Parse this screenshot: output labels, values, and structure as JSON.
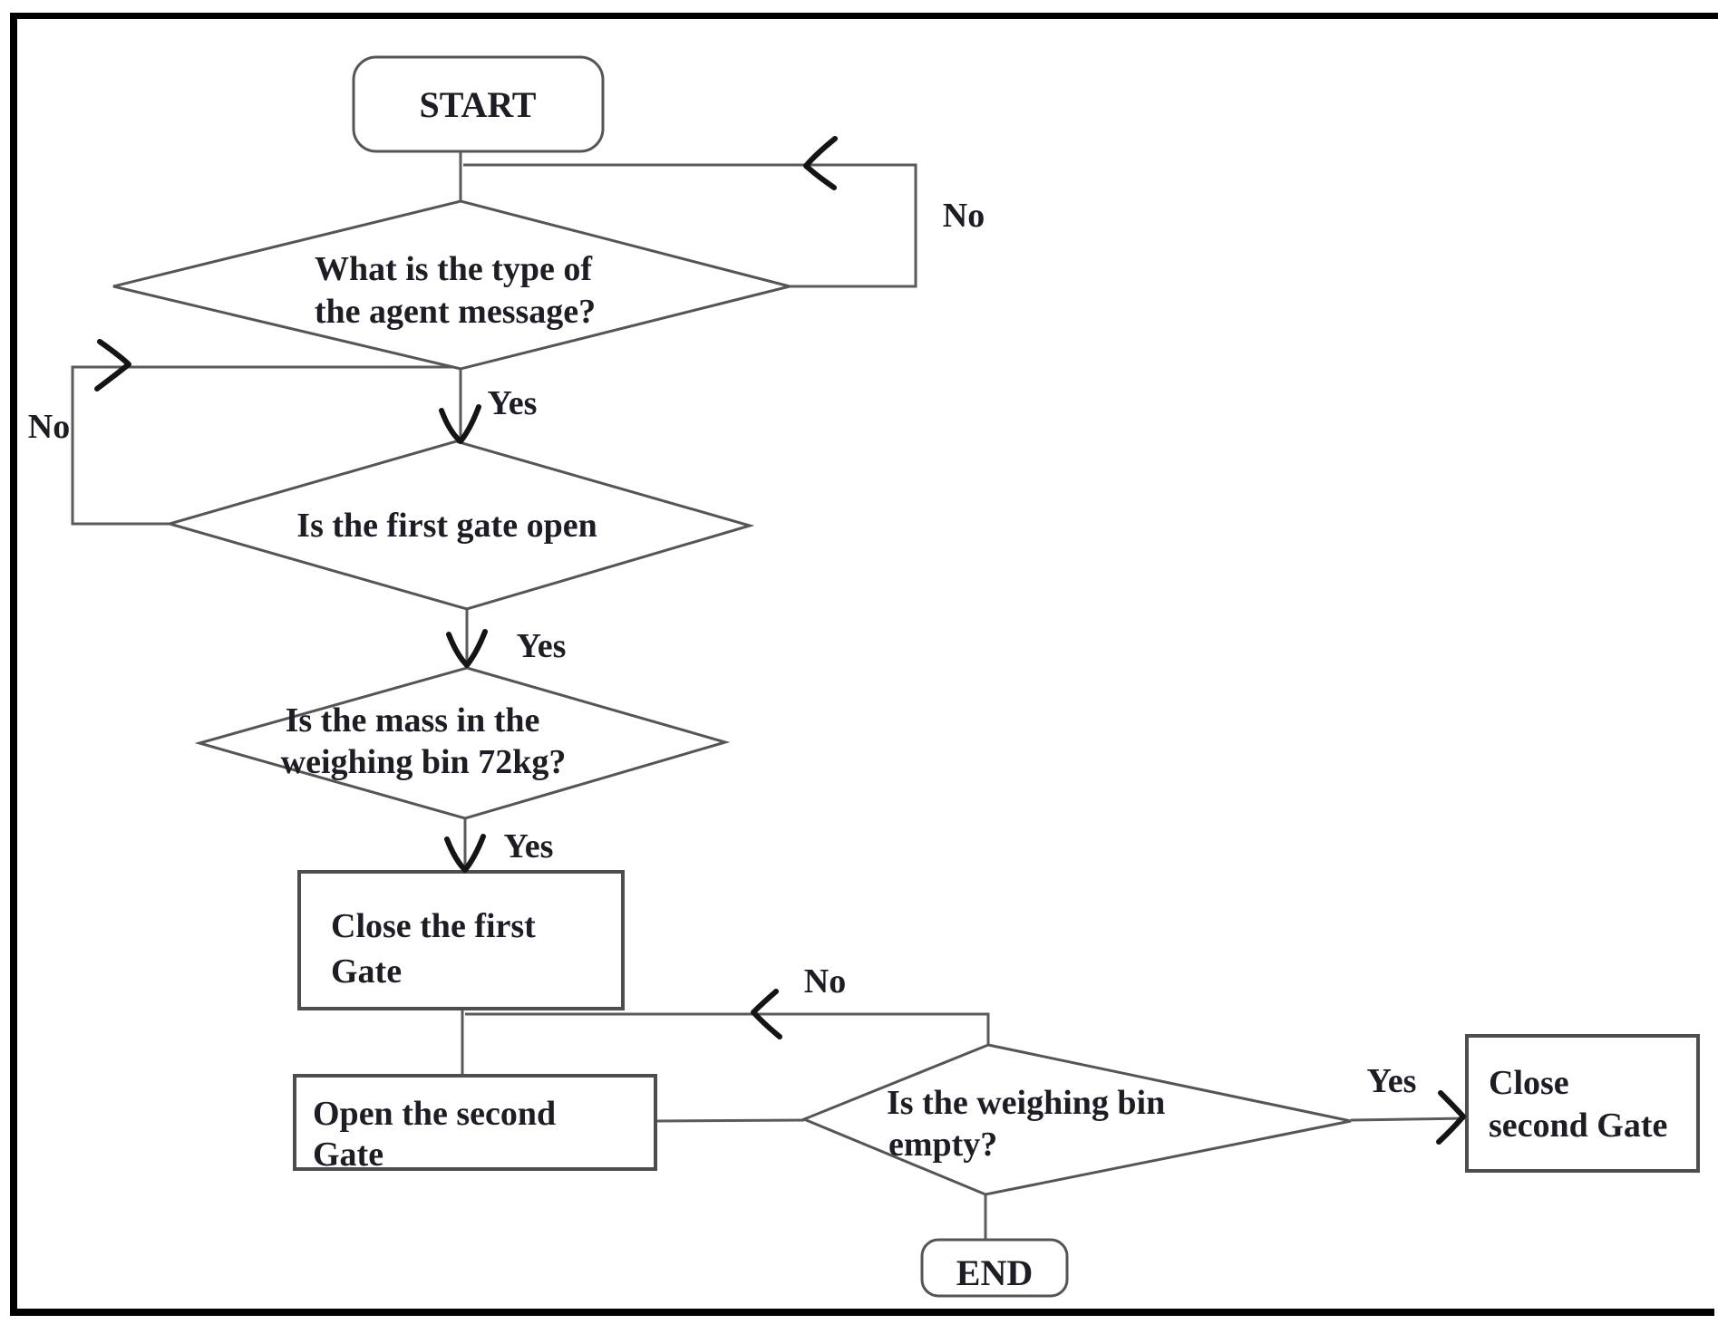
{
  "figure": {
    "type": "flowchart",
    "colors": {
      "background": "#ffffff",
      "frame_border": "#000000",
      "connector_line": "#5a5a5a",
      "shape_outline": "#555555",
      "arrowhead": "#141414",
      "text": "#1d1d26"
    }
  },
  "nodes": {
    "start": {
      "type": "terminator",
      "label": "START"
    },
    "agent_message": {
      "type": "decision",
      "line1": "What is the type of",
      "line2": "the agent message?"
    },
    "first_gate": {
      "type": "decision",
      "label": "Is the first gate open"
    },
    "mass_72kg": {
      "type": "decision",
      "line1": "Is the mass in the",
      "line2": "weighing bin 72kg?"
    },
    "close_first_gate": {
      "type": "process",
      "line1": "Close the first",
      "line2": "Gate"
    },
    "open_second_gate": {
      "type": "process",
      "line1": "Open the second",
      "line2": "Gate"
    },
    "bin_empty": {
      "type": "decision",
      "line1": "Is the weighing bin",
      "line2": "empty?"
    },
    "close_second_gate": {
      "type": "process",
      "line1": "Close",
      "line2": "second Gate"
    },
    "end": {
      "type": "terminator",
      "label": "END"
    }
  },
  "edge_labels": {
    "agent_message_no": "No",
    "agent_message_yes": "Yes",
    "first_gate_no": "No",
    "first_gate_yes": "Yes",
    "mass_72kg_yes": "Yes",
    "bin_empty_no": "No",
    "bin_empty_yes": "Yes"
  }
}
